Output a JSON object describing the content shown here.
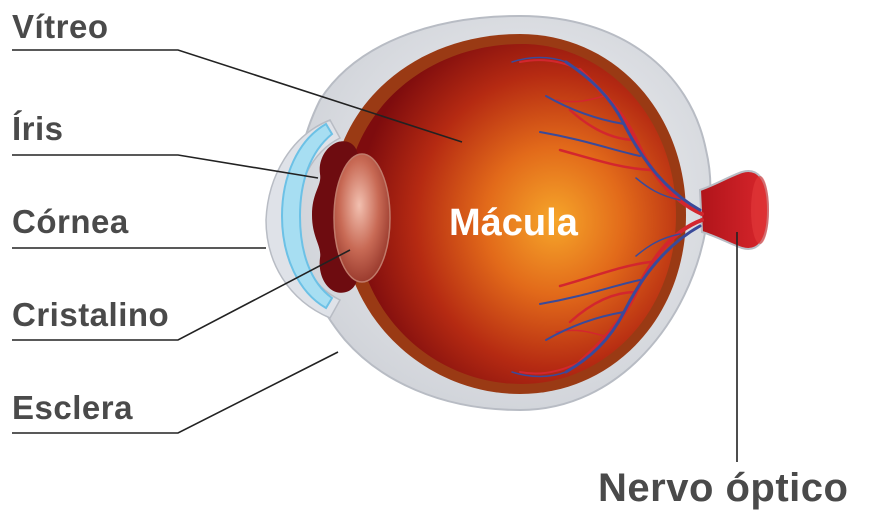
{
  "labels": {
    "vitreo": "Vítreo",
    "iris": "Íris",
    "cornea": "Córnea",
    "cristalino": "Cristalino",
    "esclera": "Esclera",
    "macula": "Mácula",
    "nervo_optico": "Nervo óptico"
  },
  "colors": {
    "label_text": "#4a4a4a",
    "macula_text": "#ffffff",
    "sclera": "#e4e6ea",
    "retina_outer": "#8a2a12",
    "interior_dark": "#8e0e10",
    "interior_glow": "#f39a22",
    "vessel_red": "#d3262e",
    "vessel_blue": "#3a4a9a",
    "cornea_blue": "#8fd3ee",
    "lens": "#b34a3a",
    "leader_line": "#222222"
  }
}
